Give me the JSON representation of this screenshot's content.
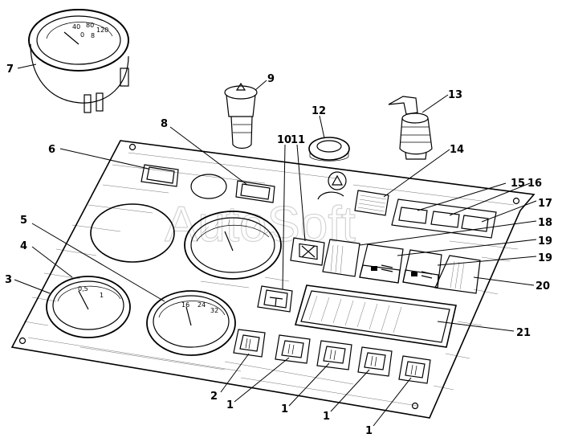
{
  "watermark": "AutoSoft",
  "callouts": [
    {
      "id": "c7",
      "label": "7"
    },
    {
      "id": "c9",
      "label": "9"
    },
    {
      "id": "c12",
      "label": "12"
    },
    {
      "id": "c13",
      "label": "13"
    },
    {
      "id": "c8",
      "label": "8"
    },
    {
      "id": "c10",
      "label": "10"
    },
    {
      "id": "c11",
      "label": "11"
    },
    {
      "id": "c6",
      "label": "6"
    },
    {
      "id": "c14",
      "label": "14"
    },
    {
      "id": "c15",
      "label": "15"
    },
    {
      "id": "c16",
      "label": "16"
    },
    {
      "id": "c17",
      "label": "17"
    },
    {
      "id": "c18",
      "label": "18"
    },
    {
      "id": "c19a",
      "label": "19"
    },
    {
      "id": "c19b",
      "label": "19"
    },
    {
      "id": "c20",
      "label": "20"
    },
    {
      "id": "c21",
      "label": "21"
    },
    {
      "id": "c5",
      "label": "5"
    },
    {
      "id": "c4",
      "label": "4"
    },
    {
      "id": "c3",
      "label": "3"
    },
    {
      "id": "c2",
      "label": "2"
    },
    {
      "id": "c1a",
      "label": "1"
    },
    {
      "id": "c1b",
      "label": "1"
    },
    {
      "id": "c1c",
      "label": "1"
    },
    {
      "id": "c1d",
      "label": "1"
    }
  ],
  "gauge7_scale": [
    "40",
    "80",
    "120",
    "0",
    "8"
  ],
  "gauge3_scale": [
    "0,5",
    "1"
  ],
  "gauge5_scale": [
    "16",
    "24",
    "32"
  ]
}
